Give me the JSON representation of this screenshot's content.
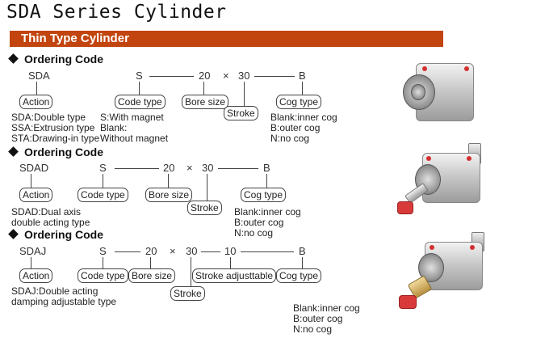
{
  "title": "SDA Series Cylinder",
  "banner": "Thin Type Cylinder",
  "sections": [
    {
      "heading": "Ordering Code",
      "code": {
        "prefix": "SDA",
        "type": "S",
        "bore": "20",
        "times": "×",
        "stroke": "30",
        "cog": "B"
      },
      "labels": {
        "action": "Action",
        "code_type": "Code type",
        "bore_size": "Bore size",
        "stroke": "Stroke",
        "cog_type": "Cog type"
      },
      "action_desc": [
        "SDA:Double type",
        "SSA:Extrusion type",
        "STA:Drawing-in type"
      ],
      "type_desc": [
        "S:With magnet",
        "Blank:",
        "Without magnet"
      ],
      "cog_desc": [
        "Blank:inner cog",
        "B:outer cog",
        "N:no cog"
      ]
    },
    {
      "heading": "Ordering Code",
      "code": {
        "prefix": "SDAD",
        "type": "S",
        "bore": "20",
        "times": "×",
        "stroke": "30",
        "cog": "B"
      },
      "labels": {
        "action": "Action",
        "code_type": "Code type",
        "bore_size": "Bore size",
        "stroke": "Stroke",
        "cog_type": "Cog type"
      },
      "action_desc": [
        "SDAD:Dual axis",
        "double acting type"
      ],
      "cog_desc": [
        "Blank:inner cog",
        "B:outer cog",
        "N:no cog"
      ]
    },
    {
      "heading": "Ordering Code",
      "code": {
        "prefix": "SDAJ",
        "type": "S",
        "bore": "20",
        "times": "×",
        "stroke": "30",
        "adj": "10",
        "cog": "B"
      },
      "labels": {
        "action": "Action",
        "code_type": "Code type",
        "bore_size": "Bore size",
        "stroke": "Stroke",
        "stroke_adj": "Stroke adjusttable",
        "cog_type": "Cog type"
      },
      "action_desc": [
        "SDAJ:Double acting",
        "damping adjustable type"
      ],
      "cog_desc": [
        "Blank:inner cog",
        "B:outer cog",
        "N:no cog"
      ]
    }
  ],
  "colors": {
    "banner": "#c2440e",
    "banner_text": "#ffffff"
  },
  "images": [
    "cylinder-photo",
    "dual-axis-cylinder-photo",
    "adjustable-cylinder-photo"
  ]
}
